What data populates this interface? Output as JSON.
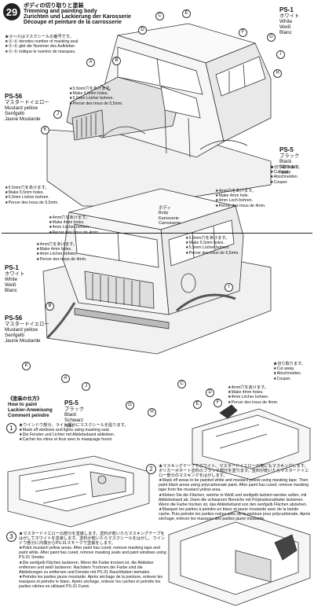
{
  "step": {
    "number": "29",
    "title_lines": [
      "ボディの切り取りと塗装",
      "Trimming and painting body",
      "Zurichten und Lackierung der Karosserie",
      "Découpe et peinture de la carrosserie"
    ]
  },
  "legend_lines": [
    "★Ⓐ～Ⓚはマスクシールの番号です。",
    "★Ⓐ-Ⓚ denotes number of masking seal.",
    "★Ⓐ-Ⓚ gibt die Nummer des Aufkleber.",
    "★Ⓐ-Ⓚ indique le numéro de masques."
  ],
  "paints": {
    "ps1_top": {
      "code": "PS-1",
      "lines": [
        "ホワイト",
        "White",
        "Weiß",
        "Blanc"
      ]
    },
    "ps56_top": {
      "code": "PS-56",
      "lines": [
        "マスタードイエロー",
        "Mustard yellow",
        "Senfgelb",
        "Jaune Moutarde"
      ]
    },
    "ps5_top": {
      "code": "PS-5",
      "lines": [
        "ブラック",
        "Black",
        "Schwarz",
        "Noir"
      ]
    },
    "ps1_mid": {
      "code": "PS-1",
      "lines": [
        "ホワイト",
        "White",
        "Weiß",
        "Blanc"
      ]
    },
    "ps56_mid": {
      "code": "PS-56",
      "lines": [
        "マスタードイエロー",
        "Mustard yellow",
        "Senfgelb",
        "Jaune Moutarde"
      ]
    },
    "ps5_mid": {
      "code": "PS-5",
      "lines": [
        "ブラック",
        "Black",
        "Schwarz",
        "Noir"
      ]
    }
  },
  "notes": {
    "holes55_top": [
      "★5.5mm穴をあけます。",
      "★Make 5.5mm holes.",
      "★5,5mm Löcher bohren.",
      "★Percer des trous de 5,5mm."
    ],
    "holes55_left": [
      "★5.5mm穴をあけます。",
      "★Make 5.5mm holes.",
      "★5,5mm Löcher bohren.",
      "★Percer des trous de 5,5mm."
    ],
    "holes4_bottom": [
      "★4mm穴をあけます。",
      "★Make 4mm holes.",
      "★4mm Löcher bohren.",
      "★Percer des trous de 4mm."
    ],
    "holes4_center": [
      "★4mm穴をあけます。",
      "★Make 4mm hole.",
      "★4mm Loch bohren.",
      "★Percer des trous de 4mm."
    ],
    "cut_top": [
      "★切り取ります。",
      "★Cut away.",
      "★Abschneiden.",
      "★Couper."
    ],
    "holes55_mid": [
      "★5.5mm穴をあけます。",
      "★Make 5.5mm holes.",
      "★5,5mm Löcher bohren.",
      "★Percer des trous de 5,5mm."
    ],
    "holes4_mid": [
      "★4mm穴をあけます。",
      "★Make 4mm holes.",
      "★4mm Löcher bohren.",
      "★Percer des trous de 4mm."
    ],
    "cut_mid": [
      "★切り取ります。",
      "★Cut away.",
      "★Abschneiden.",
      "★Couper."
    ],
    "holes4_mid_right": [
      "★4mm穴をあけます。",
      "★Make 4mm holes.",
      "★4mm Löcher bohren.",
      "★Percer des trous de 4mm."
    ]
  },
  "body_label": [
    "ボディ",
    "Body",
    "Karosserie",
    "Carrosserie"
  ],
  "letters_top": [
    "A",
    "B",
    "C",
    "D",
    "E",
    "F",
    "G",
    "H",
    "I",
    "J",
    "K"
  ],
  "letters_mid": [
    "A",
    "B",
    "C",
    "D",
    "E",
    "F",
    "G",
    "H",
    "I",
    "J",
    "K"
  ],
  "howto": [
    "《塗装の仕方》",
    "How to paint",
    "Lackier-Anweisung",
    "Comment peindre"
  ],
  "steps": [
    {
      "num": "1",
      "lines": [
        "★ウインドウ部分、ライト部分にマスクシールを貼ります。",
        "★Mask off windows and lights using masking seal.",
        "★Die Fenster und Lichter mit Abklebeband abkleben.",
        "★Cacher les vitres et feux avec le masquage fourni."
      ]
    },
    {
      "num": "2",
      "lines": [
        "★マスキングテープでホワイト、マスタードイエローの境にもマスキングします。ポリカーボネート塗料のブラック部分を塗ります。塗料が乾いたらマスタードイエロー部分のマスキングをはがします。",
        "★Mask off areas to be painted white and mustard yellow using masking tape. Then paint black areas using polycarbonate paint. After paint has cured, remove masking tape from the mustard yellow area.",
        "★Kleben Sie die Flächen, welche in Weiß und senfgelb lackiert werden sollen, mit Abklebeband ab. Dann die schwarzen Bereiche mit Polykarbonatfarbe lackieren. Wenn die Farbe trocken ist, das Abklebeband von den senfgelb Flächen abziehen.",
        "★Masquer les parties à peindre en blanc et jaune moutarde avec de la bande cache. Puis peindre les parties noires avec de la peinture pour polycarbonate. Après séchage, enlever les masques des parties jaune moutarde."
      ]
    },
    {
      "num": "3",
      "lines": [
        "★マスタードイエローの部分を塗装します。塗料が乾いたらマスキングテープをはがしてホワイトを塗装します。塗料が乾いたらマスクシールをはがし、ウインドウ部分に内側からPS-31スモークで塗装をします。",
        "★Paint mustard yellow areas. After paint has cured, remove masking tape and paint white. After paint has cured, remove masking seals and paint windows using PS-31 Smoke.",
        "★Die senfgelb Flächen lackieren. Wenn die Farbe trocken ist, die Abkleber entfernen und weiß lackieren. Nachdem Trocknen der Farbe sind die Abklebungen zu entfernen und Fenster mit PS-31 Rauchfarben bemalen.",
        "★Peindre les parties jaune moutarde. Après séchage de la peinture, enlever les masques et peindre le blanc. Après séchage, enlever les caches et peindre les parties vitrées en utilisant PS-31 Fumé."
      ]
    }
  ]
}
